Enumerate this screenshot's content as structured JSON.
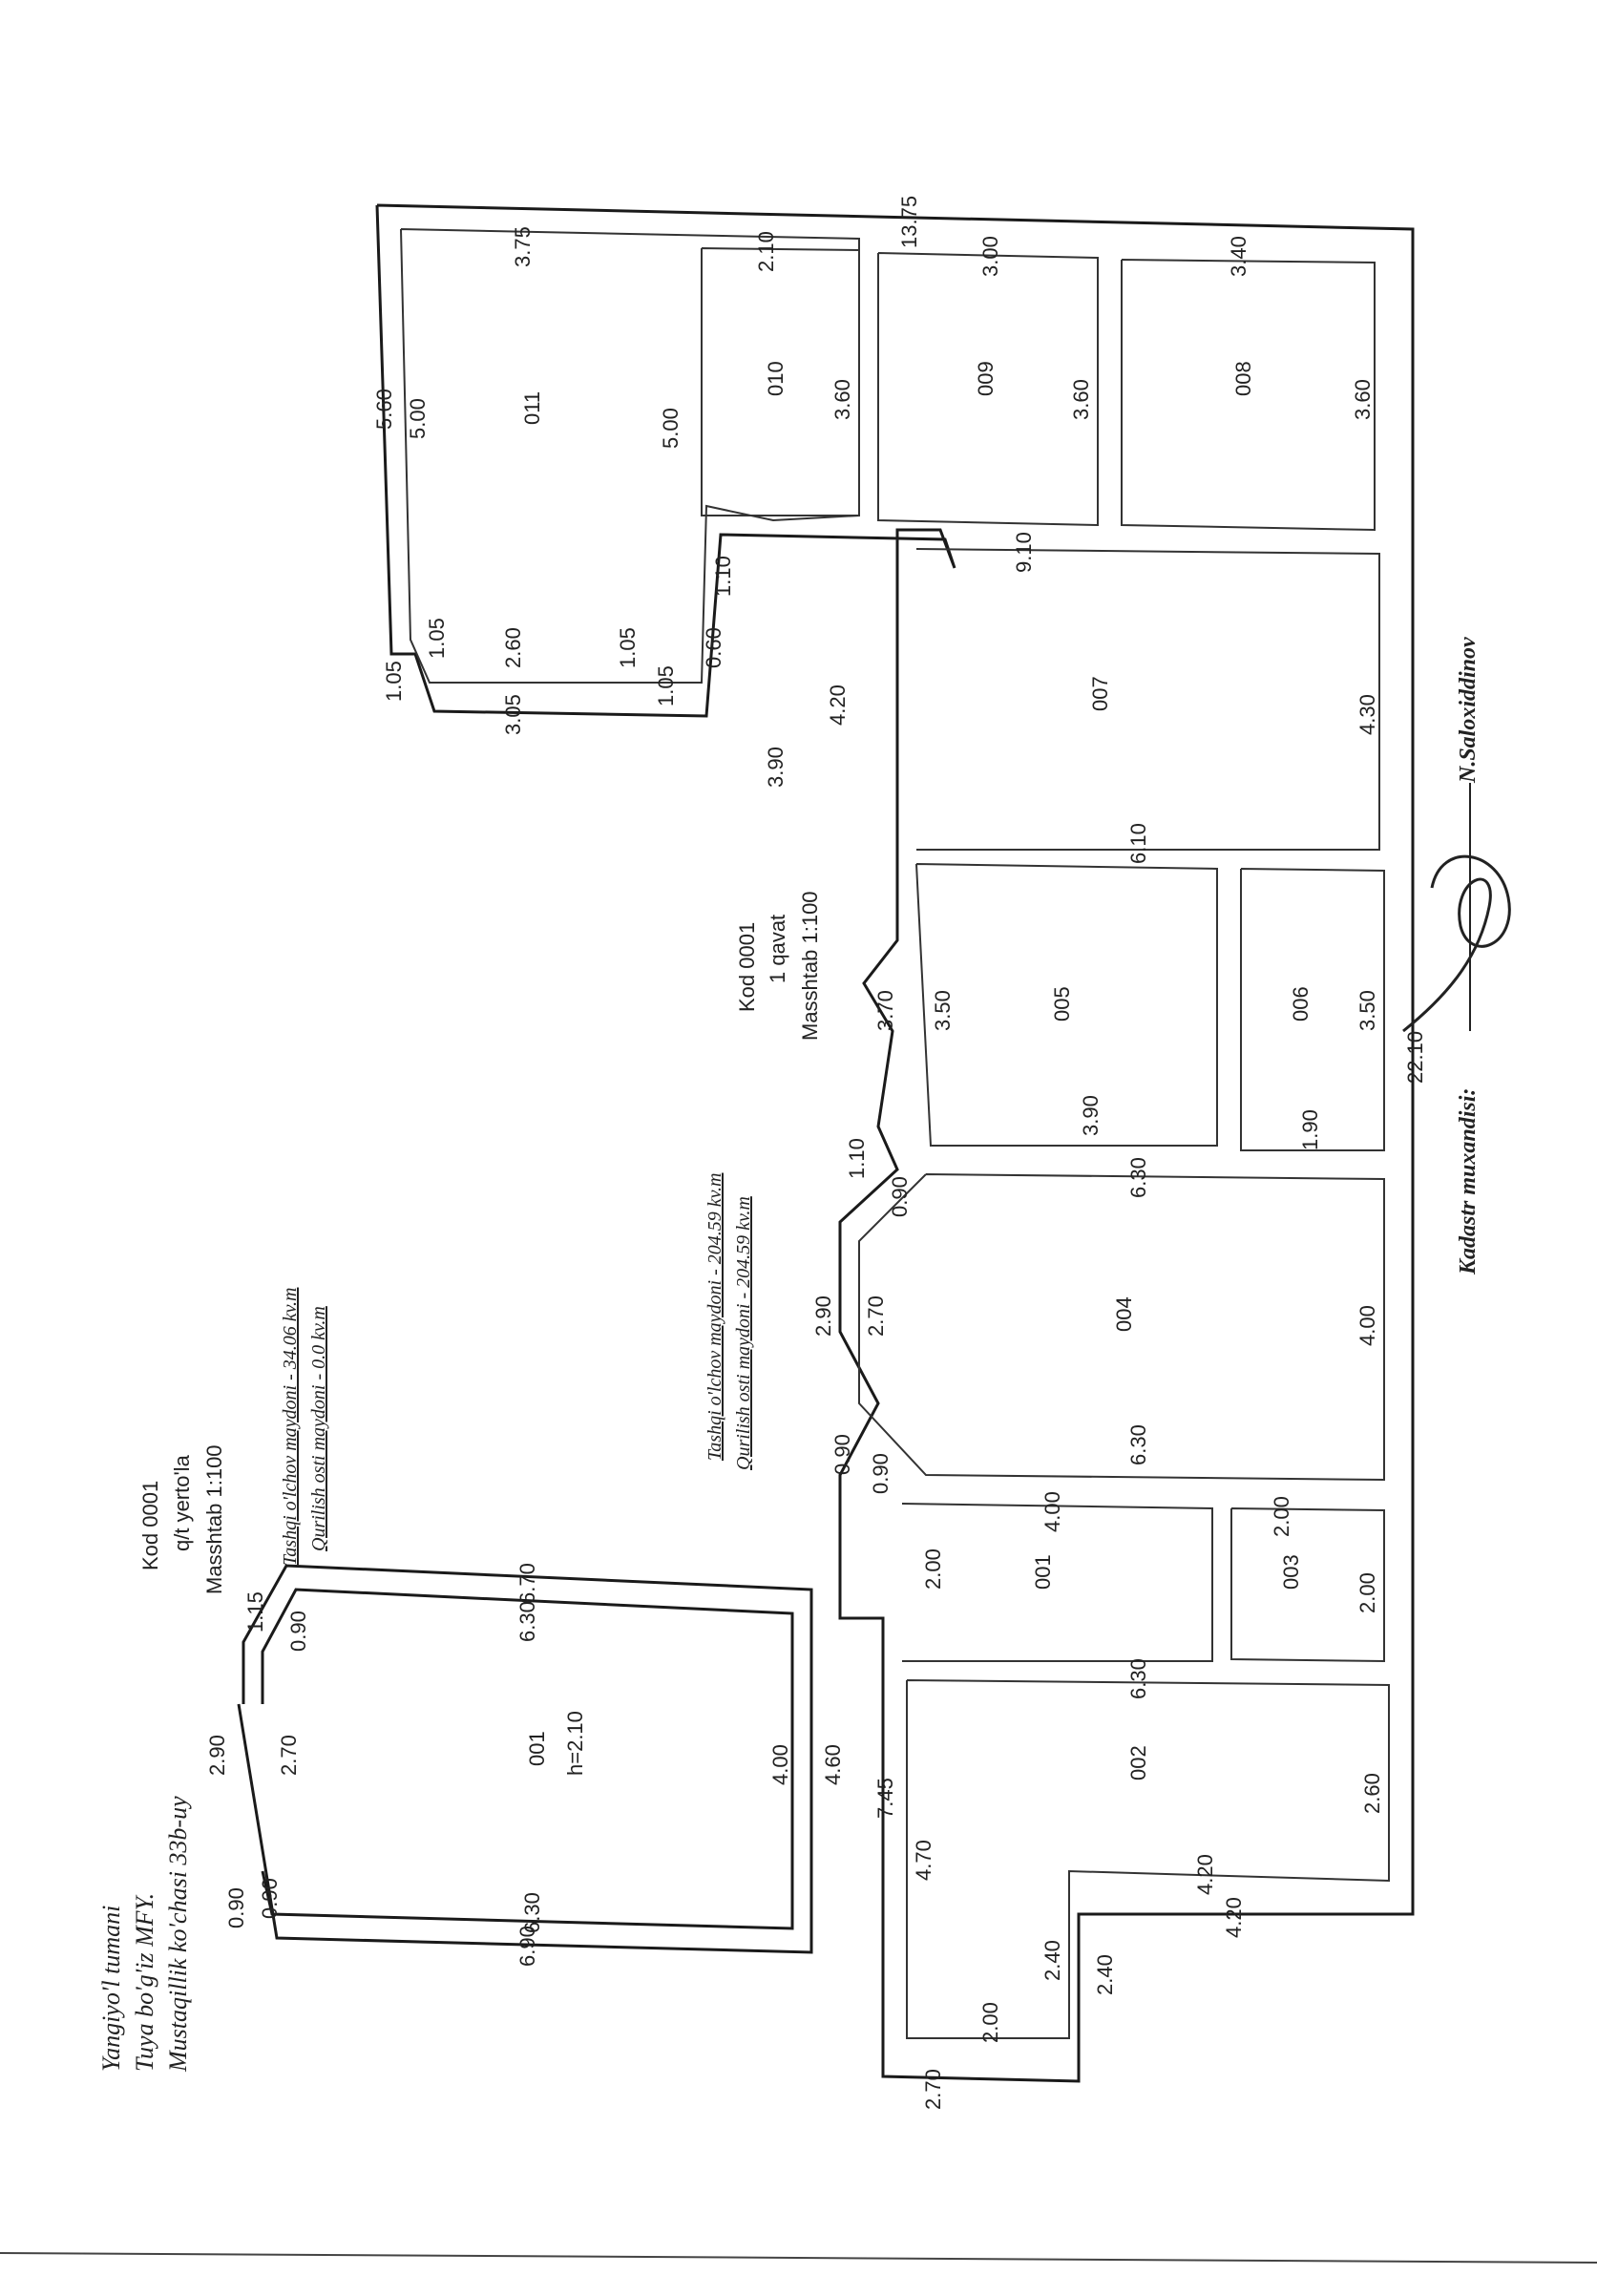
{
  "address": {
    "line1": "Yangiyo'l tumani",
    "line2": "Tuya bo'g'iz MFY.",
    "line3": "Mustaqillik ko'chasi 33b-uy"
  },
  "basement": {
    "kod": "Kod 0001",
    "floor": "q/t yerto'la",
    "scale": "Masshtab 1:100",
    "area_outer": "Tashqi o'lchov maydoni - 34.06 kv.m",
    "area_built": "Qurilish osti maydoni - 0.0 kv.m",
    "room_id": "001",
    "room_height": "h=2.10"
  },
  "floor1": {
    "kod": "Kod 0001",
    "floor": "1 qavat",
    "scale": "Masshtab 1:100",
    "area_outer": "Tashqi o'lchov maydoni - 204.59 kv.m",
    "area_built": "Qurilish osti maydoni - 204.59 kv.m",
    "rooms": [
      "001",
      "002",
      "003",
      "004",
      "005",
      "006",
      "007",
      "008",
      "009",
      "010",
      "011"
    ]
  },
  "dims": {
    "d_690a": "6.90",
    "d_630a": "6.30",
    "d_400a": "4.00",
    "d_460": "4.60",
    "d_630b": "6.30",
    "d_670": "6.70",
    "d_290a": "2.90",
    "d_270a": "2.70",
    "d_115a": "1.15",
    "d_090a": "0.90",
    "d_090b": "0.90",
    "d_090c": "0.90",
    "d_1375": "13.75",
    "d_560": "5.60",
    "d_500a": "5.00",
    "d_375": "3.75",
    "d_500b": "5.00",
    "d_210": "2.10",
    "d_360a": "3.60",
    "d_300": "3.00",
    "d_360b": "3.60",
    "d_340": "3.40",
    "d_360c": "3.60",
    "d_910": "9.10",
    "d_430": "4.30",
    "d_105a": "1.05",
    "d_105b": "1.05",
    "d_105c": "1.05",
    "d_105d": "1.05",
    "d_260a": "2.60",
    "d_305": "3.05",
    "d_060": "0.60",
    "d_110a": "1.10",
    "d_420a": "4.20",
    "d_390": "3.90",
    "d_610": "6.10",
    "d_370": "3.70",
    "d_350a": "3.50",
    "d_390b": "3.90",
    "d_350b": "3.50",
    "d_190": "1.90",
    "d_2210": "22.10",
    "d_110b": "1.10",
    "d_090d": "0.90",
    "d_630c": "6.30",
    "d_290b": "2.90",
    "d_270b": "2.70",
    "d_400b": "4.00",
    "d_090e": "0.90",
    "d_090f": "0.90",
    "d_630d": "6.30",
    "d_400c": "4.00",
    "d_200a": "2.00",
    "d_200b": "2.00",
    "d_200c": "2.00",
    "d_630e": "6.30",
    "d_745": "7.45",
    "d_470": "4.70",
    "d_260b": "2.60",
    "d_420b": "4.20",
    "d_420c": "4.20",
    "d_240a": "2.40",
    "d_240b": "2.40",
    "d_200d": "2.00",
    "d_270c": "2.70"
  },
  "signature": {
    "label": "Kadastr muxandisi:",
    "name": "N.Saloxiddinov"
  }
}
